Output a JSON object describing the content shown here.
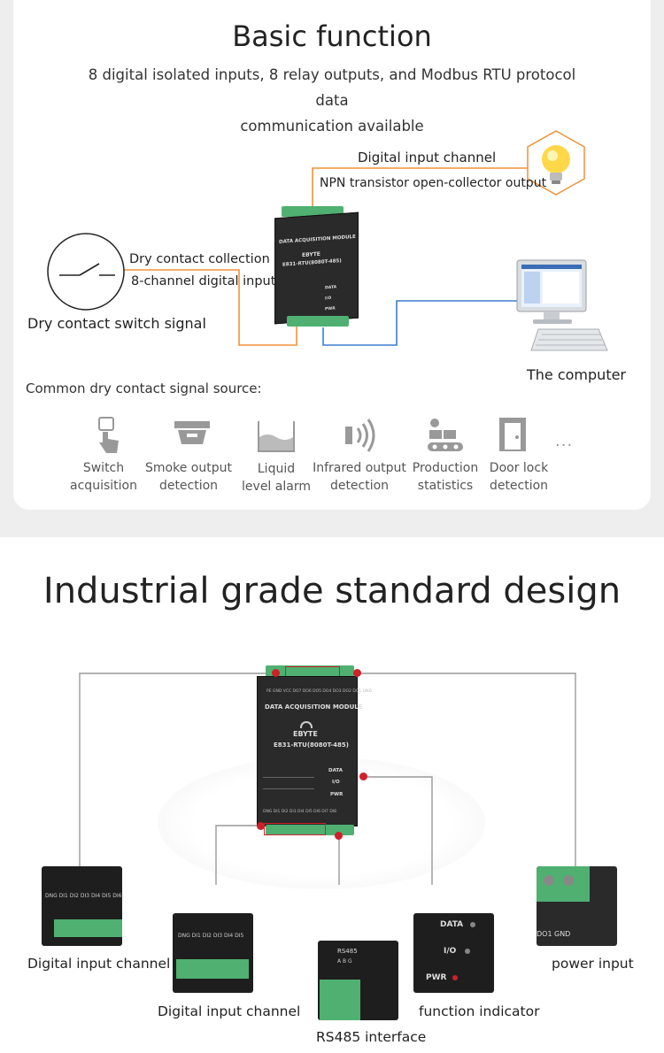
{
  "basic": {
    "title": "Basic function",
    "subtitle_line1": "8 digital isolated inputs, 8 relay outputs, and Modbus RTU protocol data",
    "subtitle_line2": "communication available",
    "digital_input_channel": "Digital input channel",
    "npn_output": "NPN transistor open-collector output",
    "dry_contact_collection": "Dry contact collection",
    "eight_channel_input": "8-channel digital input",
    "dry_contact_switch_signal": "Dry contact switch signal",
    "the_computer": "The computer",
    "common_source": "Common dry contact signal source:",
    "sources": [
      {
        "line1": "Switch",
        "line2": "acquisition",
        "icon": "finger-press-icon"
      },
      {
        "line1": "Smoke output",
        "line2": "detection",
        "icon": "smoke-detector-icon"
      },
      {
        "line1": "Liquid",
        "line2": "level alarm",
        "icon": "liquid-level-icon"
      },
      {
        "line1": "Infrared output",
        "line2": "detection",
        "icon": "infrared-icon"
      },
      {
        "line1": "Production",
        "line2": "statistics",
        "icon": "production-icon"
      },
      {
        "line1": "Door lock",
        "line2": "detection",
        "icon": "door-icon"
      }
    ],
    "more": "..."
  },
  "module": {
    "header": "DATA ACQUISITION MODULE",
    "brand": "EBYTE",
    "model": "E831-RTU(8080T-485)",
    "led_data": "DATA",
    "led_io": "I/O",
    "led_pwr": "PWR",
    "top_pins": "PE  GND VCC  DO7 DO6 DO5 DO4 DO3 DO2 DO1 GND",
    "bottom_pins": "DNG DI1 DI2 DI3 DI4 DI5 DI6 DI7 DI8",
    "rs485": "RS485",
    "rs485_pins": "A  B  G"
  },
  "industrial": {
    "title": "Industrial grade standard design",
    "callouts": {
      "digital_input_1": "Digital input channel",
      "digital_input_2": "Digital input channel",
      "rs485": "RS485 interface",
      "indicator": "function indicator",
      "power": "power input"
    },
    "photo_texts": {
      "di_pins": "DNG DI1 DI2 DI3 DI4 DI5 DI6",
      "di_pins_2": "DNG DI1 DI2 DI3 DI4 DI5",
      "rs485": "RS485",
      "rs485_pins": "A  B  G",
      "data": "DATA",
      "io": "I/O",
      "pwr": "PWR",
      "do1": "DO1",
      "gnd": "GND"
    }
  },
  "colors": {
    "orange_line": "#f0923a",
    "blue_line": "#3a7fd0",
    "gray_line": "#999999",
    "red_dot": "#d0202a",
    "terminal_green": "#4fb071"
  }
}
